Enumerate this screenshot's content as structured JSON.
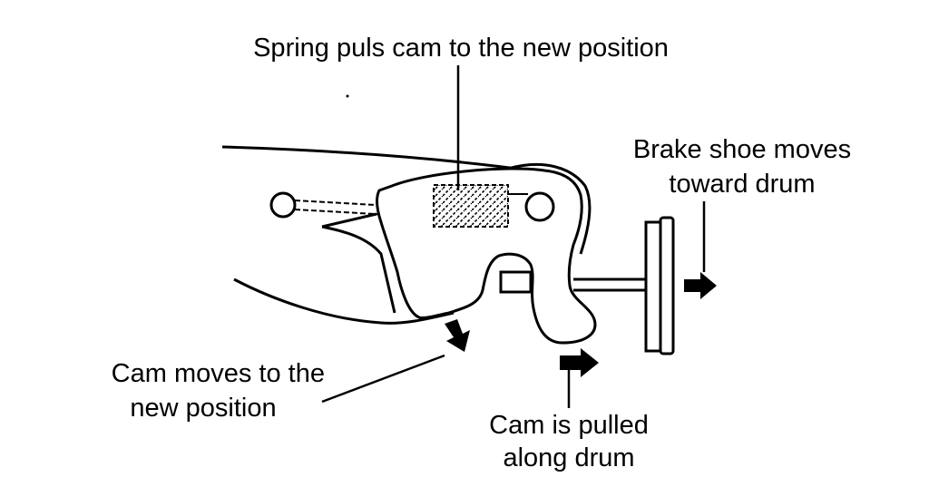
{
  "labels": {
    "spring": "Spring puls cam to the new position",
    "brake_line1": "Brake shoe moves",
    "brake_line2": "toward drum",
    "cam_moves_line1": "Cam moves to the",
    "cam_moves_line2": "new position",
    "cam_pulled_line1": "Cam is pulled",
    "cam_pulled_line2": "along drum"
  },
  "colors": {
    "ink": "#000000",
    "paper": "#ffffff"
  }
}
